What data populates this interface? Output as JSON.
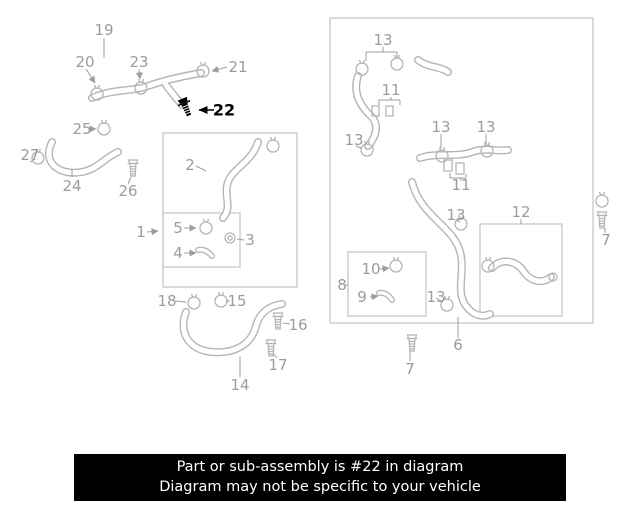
{
  "highlighted_part": "22",
  "colors": {
    "diagram": "#b5b5b5",
    "label": "#9c9c9c",
    "highlight": "#000000",
    "banner_bg": "#000000",
    "banner_text": "#ffffff"
  },
  "banner": {
    "line1": "Part or sub-assembly is #22 in diagram",
    "line2": "Diagram may not be specific to your vehicle"
  },
  "callouts": [
    {
      "label": "19"
    },
    {
      "label": "20"
    },
    {
      "label": "23"
    },
    {
      "label": "21"
    },
    {
      "label": "22",
      "highlighted": true
    },
    {
      "label": "25"
    },
    {
      "label": "27"
    },
    {
      "label": "24"
    },
    {
      "label": "26"
    },
    {
      "label": "2"
    },
    {
      "label": "1"
    },
    {
      "label": "5"
    },
    {
      "label": "4"
    },
    {
      "label": "3"
    },
    {
      "label": "18"
    },
    {
      "label": "15"
    },
    {
      "label": "16"
    },
    {
      "label": "17"
    },
    {
      "label": "14"
    },
    {
      "label": "13"
    },
    {
      "label": "11"
    },
    {
      "label": "13"
    },
    {
      "label": "13"
    },
    {
      "label": "13"
    },
    {
      "label": "11"
    },
    {
      "label": "13"
    },
    {
      "label": "12"
    },
    {
      "label": "10"
    },
    {
      "label": "8"
    },
    {
      "label": "9"
    },
    {
      "label": "13"
    },
    {
      "label": "6"
    },
    {
      "label": "7"
    },
    {
      "label": "7"
    }
  ]
}
